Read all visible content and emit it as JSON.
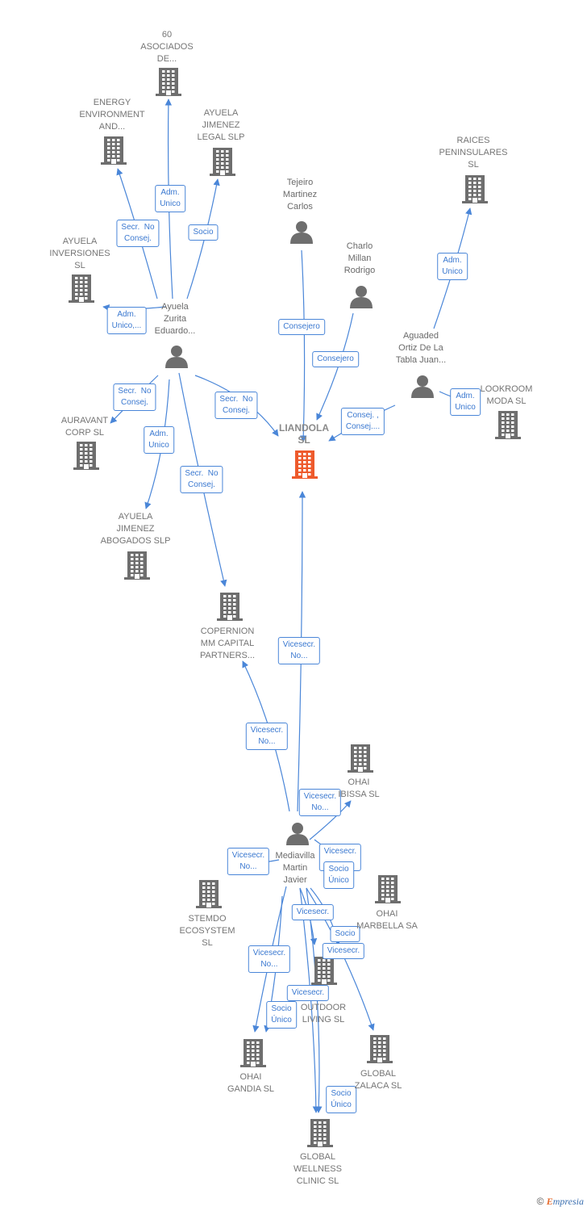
{
  "colors": {
    "edge": "#4a86d8",
    "company": "#6e6e6e",
    "center_company": "#ee5a2c",
    "person": "#6e6e6e"
  },
  "nodes": [
    {
      "id": "asociados",
      "type": "company",
      "label": [
        "60",
        "ASOCIADOS",
        "DE..."
      ]
    },
    {
      "id": "energy",
      "type": "company",
      "label": [
        "ENERGY",
        "ENVIRONMENT",
        "AND..."
      ]
    },
    {
      "id": "ayuela_legal",
      "type": "company",
      "label": [
        "AYUELA",
        "JIMENEZ",
        "LEGAL  SLP"
      ]
    },
    {
      "id": "raices",
      "type": "company",
      "label": [
        "RAICES",
        "PENINSULARES",
        "SL"
      ]
    },
    {
      "id": "tejeiro",
      "type": "person",
      "label": [
        "Tejeiro",
        "Martinez",
        "Carlos"
      ]
    },
    {
      "id": "charlo",
      "type": "person",
      "label": [
        "Charlo",
        "Millan",
        "Rodrigo"
      ]
    },
    {
      "id": "ayuela_inv",
      "type": "company",
      "label": [
        "AYUELA",
        "INVERSIONES",
        "SL"
      ]
    },
    {
      "id": "ayuela_zurita",
      "type": "person",
      "label": [
        "Ayuela",
        "Zurita",
        "Eduardo..."
      ]
    },
    {
      "id": "aguaded",
      "type": "person",
      "label": [
        "Aguaded",
        "Ortiz De La",
        "Tabla Juan..."
      ]
    },
    {
      "id": "lookroom",
      "type": "company",
      "label": [
        "LOOKROOM",
        "MODA  SL"
      ]
    },
    {
      "id": "auravant",
      "type": "company",
      "label": [
        "AURAVANT",
        "CORP  SL"
      ]
    },
    {
      "id": "liandola",
      "type": "center",
      "label": [
        "LIANDOLA",
        "SL"
      ]
    },
    {
      "id": "ayuela_abog",
      "type": "company",
      "label": [
        "AYUELA",
        "JIMENEZ",
        "ABOGADOS  SLP"
      ]
    },
    {
      "id": "copernion",
      "type": "company",
      "label": [
        "COPERNION",
        "MM CAPITAL",
        "PARTNERS..."
      ]
    },
    {
      "id": "ohai_ibissa",
      "type": "company",
      "label": [
        "OHAI",
        "IBISSA  SL"
      ]
    },
    {
      "id": "mediavilla",
      "type": "person",
      "label": [
        "Mediavilla",
        "Martin",
        "Javier"
      ]
    },
    {
      "id": "ohai_marbella",
      "type": "company",
      "label": [
        "OHAI",
        "MARBELLA SA"
      ]
    },
    {
      "id": "stemdo",
      "type": "company",
      "label": [
        "STEMDO",
        "ECOSYSTEM",
        "SL"
      ]
    },
    {
      "id": "outdoor",
      "type": "company",
      "label": [
        "OUTDOOR",
        "LIVING  SL"
      ]
    },
    {
      "id": "ohai_gandia",
      "type": "company",
      "label": [
        "OHAI",
        "GANDIA  SL"
      ]
    },
    {
      "id": "global_zalaca",
      "type": "company",
      "label": [
        "GLOBAL",
        "ZALACA  SL"
      ]
    },
    {
      "id": "global_wellness",
      "type": "company",
      "label": [
        "GLOBAL",
        "WELLNESS",
        "CLINIC  SL"
      ]
    }
  ],
  "edges": [
    {
      "from": "ayuela_zurita",
      "to": "asociados",
      "label": [
        "Adm.",
        "Unico"
      ]
    },
    {
      "from": "ayuela_zurita",
      "to": "energy",
      "label": [
        "Secr.  No",
        "Consej."
      ]
    },
    {
      "from": "ayuela_zurita",
      "to": "ayuela_legal",
      "label": [
        "Socio"
      ]
    },
    {
      "from": "ayuela_zurita",
      "to": "ayuela_inv",
      "label": [
        "Adm.",
        "Unico,..."
      ]
    },
    {
      "from": "ayuela_zurita",
      "to": "auravant",
      "label": [
        "Secr.  No",
        "Consej."
      ]
    },
    {
      "from": "ayuela_zurita",
      "to": "ayuela_abog",
      "label": [
        "Adm.",
        "Unico"
      ]
    },
    {
      "from": "ayuela_zurita",
      "to": "copernion",
      "label": [
        "Secr.  No",
        "Consej."
      ]
    },
    {
      "from": "ayuela_zurita",
      "to": "liandola",
      "label": [
        "Secr.  No",
        "Consej."
      ]
    },
    {
      "from": "tejeiro",
      "to": "liandola",
      "label": [
        "Consejero"
      ]
    },
    {
      "from": "charlo",
      "to": "liandola",
      "label": [
        "Consejero"
      ]
    },
    {
      "from": "aguaded",
      "to": "liandola",
      "label": [
        "Consej. ,",
        "Consej...."
      ]
    },
    {
      "from": "aguaded",
      "to": "raices",
      "label": [
        "Adm.",
        "Unico"
      ]
    },
    {
      "from": "aguaded",
      "to": "lookroom",
      "label": [
        "Adm.",
        "Unico"
      ]
    },
    {
      "from": "mediavilla",
      "to": "liandola",
      "label": [
        "Vicesecr.",
        "No..."
      ]
    },
    {
      "from": "mediavilla",
      "to": "copernion",
      "label": [
        "Vicesecr.",
        "No..."
      ]
    },
    {
      "from": "mediavilla",
      "to": "ohai_ibissa",
      "label": [
        "Vicesecr.",
        "No..."
      ]
    },
    {
      "from": "mediavilla",
      "to": "stemdo",
      "label": [
        "Vicesecr.",
        "No..."
      ]
    },
    {
      "from": "mediavilla",
      "to": "ohai_marbella",
      "label": [
        "Vicesecr.",
        "..."
      ]
    },
    {
      "from": "mediavilla",
      "to": "ohai_marbella",
      "label": [
        "Socio",
        "Único"
      ]
    },
    {
      "from": "mediavilla",
      "to": "outdoor",
      "label": [
        "Vicesecr."
      ]
    },
    {
      "from": "mediavilla",
      "to": "outdoor",
      "label": [
        "Socio"
      ]
    },
    {
      "from": "mediavilla",
      "to": "global_zalaca",
      "label": [
        "Vicesecr."
      ]
    },
    {
      "from": "mediavilla",
      "to": "ohai_gandia",
      "label": [
        "Vicesecr.",
        "No..."
      ]
    },
    {
      "from": "mediavilla",
      "to": "ohai_gandia",
      "label": [
        "Socio",
        "Único"
      ]
    },
    {
      "from": "mediavilla",
      "to": "global_wellness",
      "label": [
        "Vicesecr."
      ]
    },
    {
      "from": "mediavilla",
      "to": "global_wellness",
      "label": [
        "Socio",
        "Único"
      ]
    }
  ],
  "footer": {
    "copyright": "©",
    "brand_first": "E",
    "brand_rest": "mpresia"
  }
}
